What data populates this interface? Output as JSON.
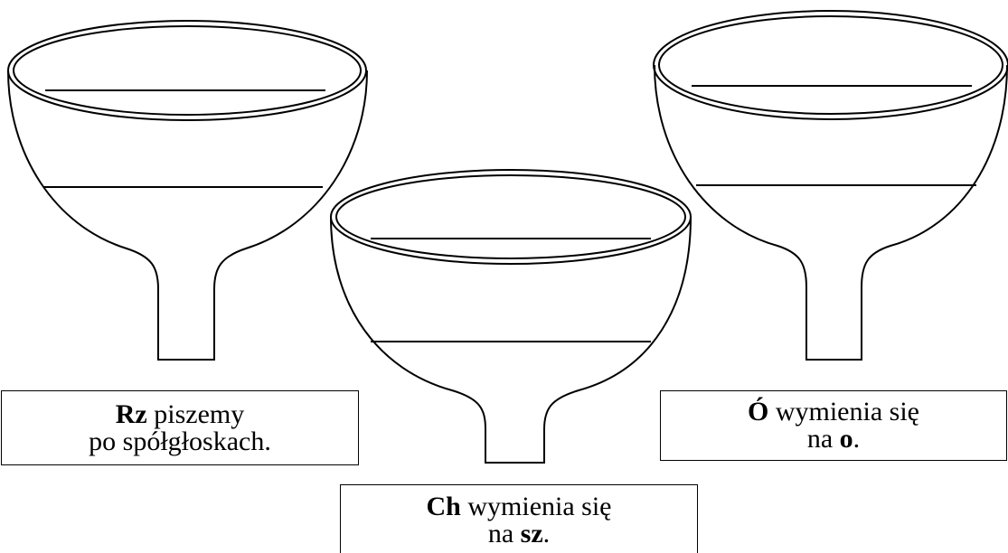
{
  "rules": [
    {
      "id": "rz",
      "line1_bold": "Rz",
      "line1_rest": " piszemy",
      "line2": "po spółgłoskach.",
      "line2_bold": "",
      "line2_end": ""
    },
    {
      "id": "ch",
      "line1_bold": "Ch",
      "line1_rest": " wymienia się",
      "line2": "na ",
      "line2_bold": "sz",
      "line2_end": "."
    },
    {
      "id": "o",
      "line1_bold": "Ó",
      "line1_rest": " wymienia się",
      "line2": "na ",
      "line2_bold": "o",
      "line2_end": "."
    }
  ],
  "funnels": [
    {
      "id": "left",
      "blank_lines": 2
    },
    {
      "id": "center",
      "blank_lines": 2
    },
    {
      "id": "right",
      "blank_lines": 2
    }
  ],
  "colors": {
    "stroke": "#000000",
    "background": "#ffffff"
  }
}
